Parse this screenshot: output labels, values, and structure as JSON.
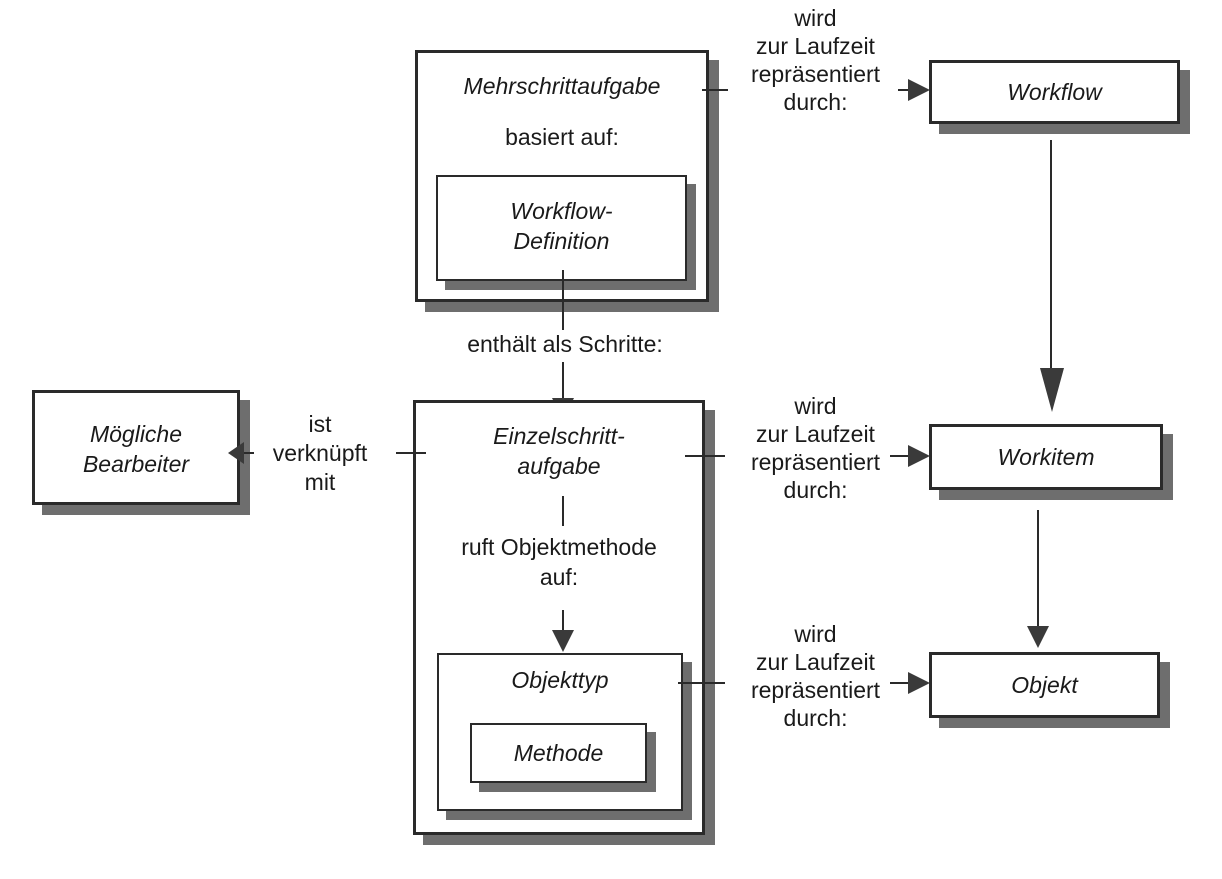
{
  "nodes": {
    "mehrschritt": {
      "title": "Mehrschrittaufgabe",
      "sub": "basiert auf:"
    },
    "workflow_definition": {
      "line1": "Workflow-",
      "line2": "Definition"
    },
    "workflow": {
      "title": "Workflow"
    },
    "einzelschritt": {
      "line1": "Einzelschritt-",
      "line2": "aufgabe",
      "sub1": "ruft Objektmethode",
      "sub2": "auf:"
    },
    "objekttyp": {
      "title": "Objekttyp"
    },
    "methode": {
      "title": "Methode"
    },
    "bearbeiter": {
      "line1": "Mögliche",
      "line2": "Bearbeiter"
    },
    "workitem": {
      "title": "Workitem"
    },
    "objekt": {
      "title": "Objekt"
    }
  },
  "edges": {
    "enthaelt": "enthält als Schritte:",
    "verknuepft": {
      "l1": "ist",
      "l2": "verknüpft",
      "l3": "mit"
    },
    "runtime": {
      "l1": "wird",
      "l2": "zur Laufzeit",
      "l3": "repräsentiert",
      "l4": "durch:"
    }
  }
}
